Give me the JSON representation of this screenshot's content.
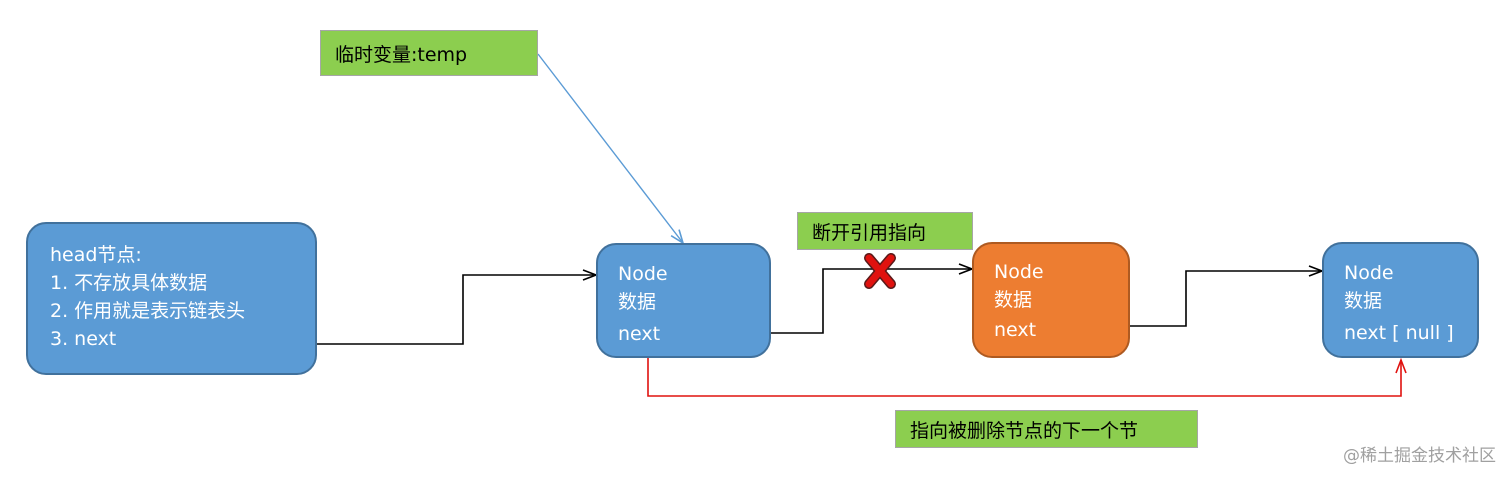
{
  "head_node": {
    "lines": [
      "head节点:",
      "1. 不存放具体数据",
      "2. 作用就是表示链表头",
      "3. next"
    ]
  },
  "node1": {
    "lines": [
      "Node",
      "数据",
      "next"
    ]
  },
  "node2": {
    "lines": [
      "Node",
      "数据",
      "next"
    ]
  },
  "node3": {
    "lines": [
      "Node",
      "数据",
      "next [ null ]"
    ]
  },
  "labels": {
    "temp": "临时变量:temp",
    "break": "断开引用指向",
    "point_next": "指向被删除节点的下一个节"
  },
  "watermark": "@稀土掘金技术社区",
  "colors": {
    "node_blue": "#5b9bd5",
    "node_orange": "#ed7d31",
    "label_green": "#8cce4f",
    "temp_arrow": "#5b9bd5",
    "redirect_arrow": "#e0120f",
    "break_mark": "#e0120f"
  },
  "icons": {
    "break_mark": "red-x-icon"
  }
}
